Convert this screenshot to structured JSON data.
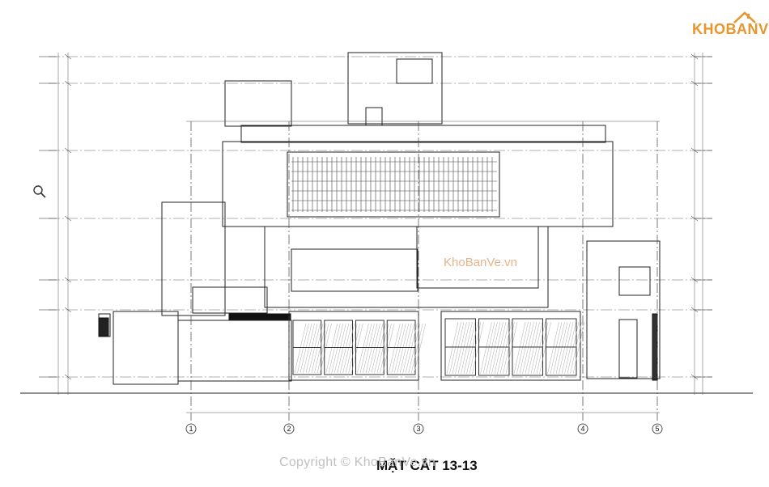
{
  "brand": {
    "logo_text": "KHOBANVE"
  },
  "watermarks": {
    "middle": "KhoBanVe.vn",
    "bottom": "Copyright © KhoBanVe.vn"
  },
  "drawing": {
    "title": "MẶT CẮT 13-13",
    "axes": [
      "1",
      "2",
      "3",
      "4",
      "5"
    ]
  },
  "icons": {
    "zoom": "magnifier-icon",
    "logo_roof": "house-roof-icon"
  },
  "colors": {
    "logo": "#e8952a",
    "line": "#222222",
    "dim": "#555555",
    "watermark": "#c0c0c0"
  }
}
